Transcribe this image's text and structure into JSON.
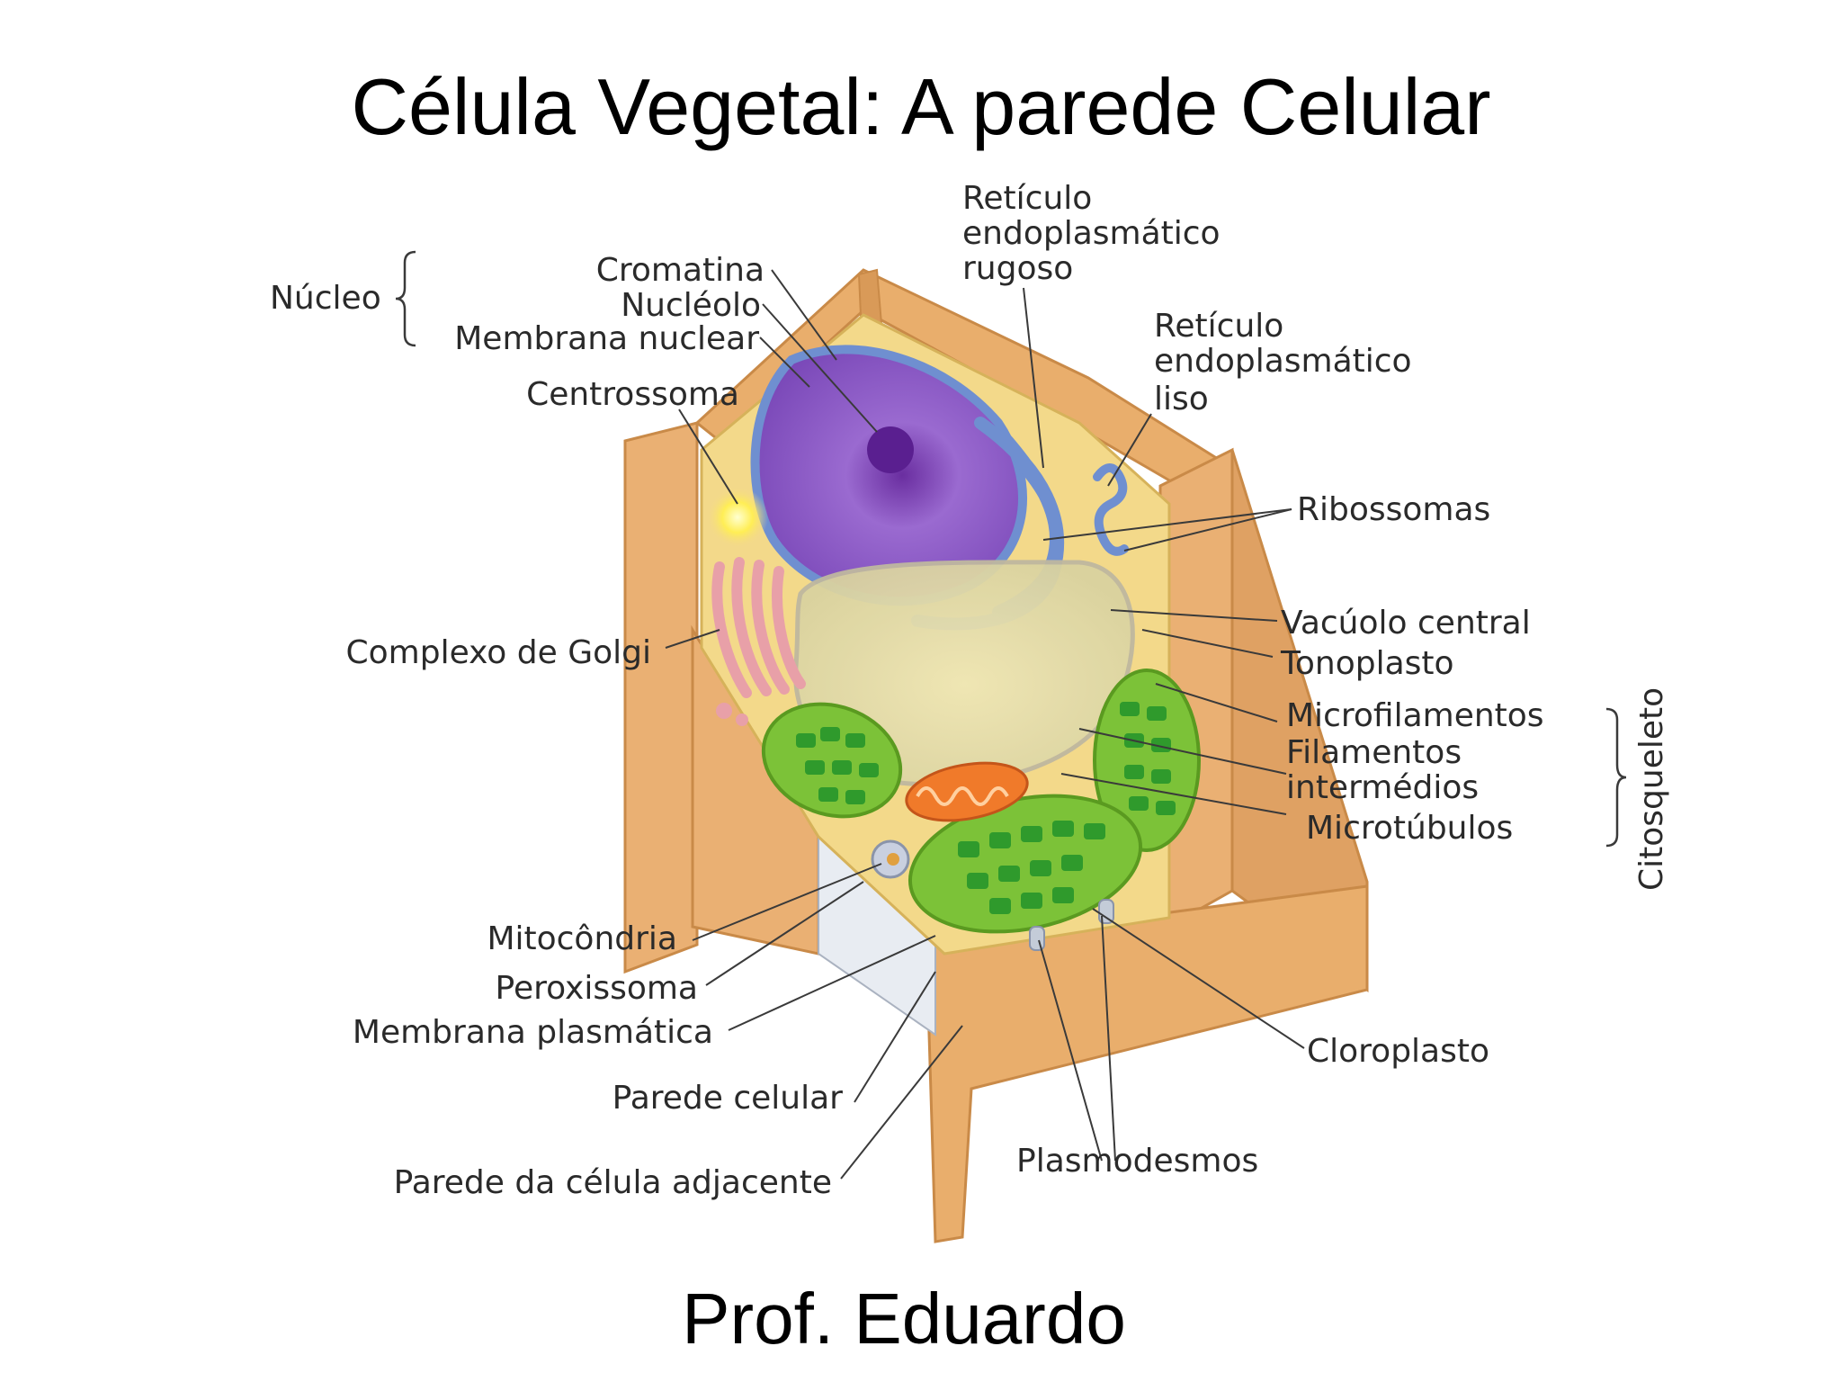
{
  "slide": {
    "title": "Célula Vegetal: A parede Celular",
    "footer": "Prof. Eduardo"
  },
  "diagram": {
    "groups": {
      "nucleo": "Núcleo",
      "citosqueleto": "Citosqueleto"
    },
    "labels": {
      "cromatina": "Cromatina",
      "nucleolo": "Nucléolo",
      "membrana_nuclear": "Membrana nuclear",
      "centrossoma": "Centrossoma",
      "complexo_golgi": "Complexo de Golgi",
      "mitocondria": "Mitocôndria",
      "peroxissoma": "Peroxissoma",
      "membrana_plasmatica": "Membrana plasmática",
      "parede_celular": "Parede celular",
      "parede_adjacente": "Parede da célula adjacente",
      "rer_line1": "Retículo",
      "rer_line2": "endoplasmático",
      "rer_line3": "rugoso",
      "rel_line1": "Retículo",
      "rel_line2": "endoplasmático",
      "rel_line3": "liso",
      "ribossomas": "Ribossomas",
      "vacuolo": "Vacúolo central",
      "tonoplasto": "Tonoplasto",
      "microfilamentos": "Microfilamentos",
      "filamentos_line1": "Filamentos",
      "filamentos_line2": "intermédios",
      "microtubulos": "Microtúbulos",
      "cloroplasto": "Cloroplasto",
      "plasmodesmos": "Plasmodesmos"
    },
    "colors": {
      "wall": "#e9ae6c",
      "wall_dark": "#c98a48",
      "cytoplasm": "#f3d98a",
      "nucleus": "#8a55c0",
      "er": "#6f8fd0",
      "vacuole": "#e4dfb0",
      "golgi": "#e8a0a8",
      "chloroplast": "#7cc238",
      "thylakoid": "#2f9a2c",
      "mitochondrion": "#f07a2a",
      "centrosome": "#ffe84a"
    }
  }
}
